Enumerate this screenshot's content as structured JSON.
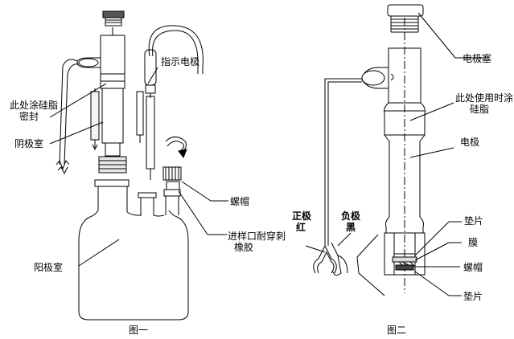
{
  "figure1": {
    "caption": "图一",
    "labels": {
      "silicone_grease_seal_line1": "此处涂硅脂",
      "silicone_grease_seal_line2": "密封",
      "cathode_chamber": "阴极室",
      "indicator_electrode": "指示电极",
      "screw_cap": "螺帽",
      "inlet_septum_line1": "进样口耐穿刺",
      "inlet_septum_line2": "橡胶",
      "anode_chamber": "阳极室"
    }
  },
  "figure2": {
    "caption": "图二",
    "labels": {
      "electrode_plug": "电极塞",
      "grease_here_line1": "此处使用时涂",
      "grease_here_line2": "硅脂",
      "electrode": "电极",
      "positive_pole": "正极",
      "positive_color": "红",
      "negative_pole": "负极",
      "negative_color": "黑",
      "gasket_top": "垫片",
      "membrane": "膜",
      "screw_cap": "螺帽",
      "gasket_bottom": "垫片"
    }
  },
  "colors": {
    "line": "#000000",
    "background": "#ffffff"
  }
}
